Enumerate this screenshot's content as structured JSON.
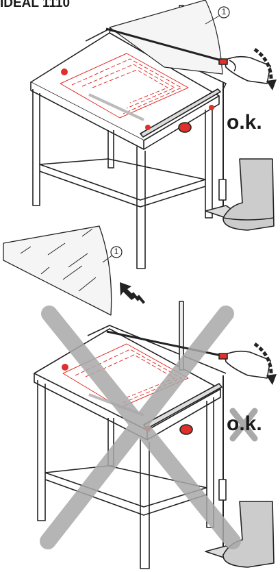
{
  "header": {
    "title": "IDEAL 1110"
  },
  "callouts": {
    "top_guard_number": "1",
    "removed_guard_number": "1"
  },
  "status": {
    "ok_label": "o.k.",
    "not_ok_label": "o.k."
  },
  "colors": {
    "line": "#222222",
    "accent_red": "#e0302a",
    "gray_fill": "#bdbdbd",
    "cross_gray": "#a9a9a9"
  }
}
